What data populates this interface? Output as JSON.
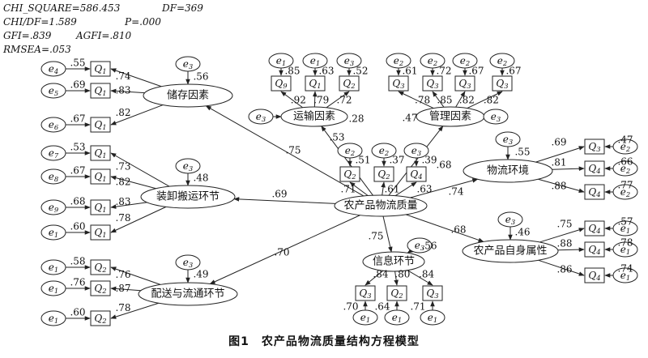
{
  "stats": {
    "chi_square": "CHI_SQUARE=586.453",
    "df": "DF=369",
    "chi_df": "CHI/DF=1.589",
    "p": "P=.000",
    "gfi": "GFI=.839",
    "agfi": "AGFI=.810",
    "rmsea": "RMSEA=.053"
  },
  "caption": "图1　农产品物流质量结构方程模型",
  "colors": {
    "stroke": "#222222",
    "text": "#111111",
    "background": "#ffffff"
  },
  "chart_data": {
    "type": "diagram",
    "center": {
      "label": "农产品物流质量"
    },
    "factors": [
      {
        "label": "储存因素",
        "path": ".75",
        "r2": ".56",
        "err": "e3",
        "indicators": [
          {
            "q": "Q1",
            "loading": ".74",
            "r2": ".55",
            "err": "e4"
          },
          {
            "q": "Q1",
            "loading": ".83",
            "r2": ".69",
            "err": "e5"
          },
          {
            "q": "Q1",
            "loading": ".82",
            "r2": ".67",
            "err": "e6"
          }
        ]
      },
      {
        "label": "装卸搬运环节",
        "path": ".69",
        "r2": ".48",
        "err": "e3",
        "indicators": [
          {
            "q": "Q1",
            "loading": ".73",
            "r2": ".53",
            "err": "e7"
          },
          {
            "q": "Q1",
            "loading": ".82",
            "r2": ".67",
            "err": "e8"
          },
          {
            "q": "Q1",
            "loading": ".83",
            "r2": ".68",
            "err": "e9"
          },
          {
            "q": "Q1",
            "loading": ".78",
            "r2": ".60",
            "err": "e1"
          }
        ]
      },
      {
        "label": "配送与流通环节",
        "path": ".70",
        "r2": ".49",
        "err": "e3",
        "indicators": [
          {
            "q": "Q2",
            "loading": ".76",
            "r2": ".58",
            "err": "e1"
          },
          {
            "q": "Q2",
            "loading": ".87",
            "r2": ".76",
            "err": "e1"
          },
          {
            "q": "Q2",
            "loading": ".78",
            "r2": ".60",
            "err": "e1"
          }
        ]
      },
      {
        "label": "运输因素",
        "path": ".53",
        "r2": ".28",
        "err": "e3",
        "indicators": [
          {
            "q": "Q9",
            "loading": ".92",
            "r2": ".85",
            "err": "e1"
          },
          {
            "q": "Q1",
            "loading": ".79",
            "r2": ".63",
            "err": "e1"
          },
          {
            "q": "Q2",
            "loading": ".72",
            "r2": ".52",
            "err": "e3"
          }
        ]
      },
      {
        "label": "管理因素",
        "path": ".68",
        "r2": ".47",
        "err": "e3",
        "indicators": [
          {
            "q": "Q3",
            "loading": ".78",
            "r2": ".61",
            "err": "e2"
          },
          {
            "q": "Q3",
            "loading": ".85",
            "r2": ".72",
            "err": "e2"
          },
          {
            "q": "Q3",
            "loading": ".82",
            "r2": ".67",
            "err": "e2"
          },
          {
            "q": "Q3",
            "loading": ".82",
            "r2": ".67",
            "err": "e2"
          }
        ]
      },
      {
        "label": "物流环境",
        "path": ".74",
        "r2": ".55",
        "err": "e3",
        "indicators": [
          {
            "q": "Q3",
            "loading": ".69",
            "r2": ".47",
            "err": "e2"
          },
          {
            "q": "Q4",
            "loading": ".81",
            "r2": ".66",
            "err": "e2"
          },
          {
            "q": "Q4",
            "loading": ".88",
            "r2": ".77",
            "err": "e2"
          }
        ]
      },
      {
        "label": "农产品自身属性",
        "path": ".68",
        "r2": ".46",
        "err": "e3",
        "indicators": [
          {
            "q": "Q4",
            "loading": ".75",
            "r2": ".57",
            "err": "e1"
          },
          {
            "q": "Q4",
            "loading": ".88",
            "r2": ".78",
            "err": "e1"
          },
          {
            "q": "Q4",
            "loading": ".86",
            "r2": ".74",
            "err": "e1"
          }
        ]
      },
      {
        "label": "信息环节",
        "path": ".75",
        "r2": ".56",
        "err": "e3",
        "indicators": [
          {
            "q": "Q3",
            "loading": ".84",
            "r2": ".70",
            "err": "e1"
          },
          {
            "q": "Q2",
            "loading": ".80",
            "r2": ".64",
            "err": "e1"
          },
          {
            "q": "Q3",
            "loading": ".84",
            "r2": ".71",
            "err": "e1"
          }
        ]
      }
    ],
    "center_indicators": [
      {
        "q": "Q2",
        "loading": ".71",
        "r2": ".51",
        "err": "e2"
      },
      {
        "q": "Q2",
        "loading": ".61",
        "r2": ".37",
        "err": "e2"
      },
      {
        "q": "Q4",
        "loading": ".63",
        "r2": ".39",
        "err": "e3"
      }
    ]
  }
}
